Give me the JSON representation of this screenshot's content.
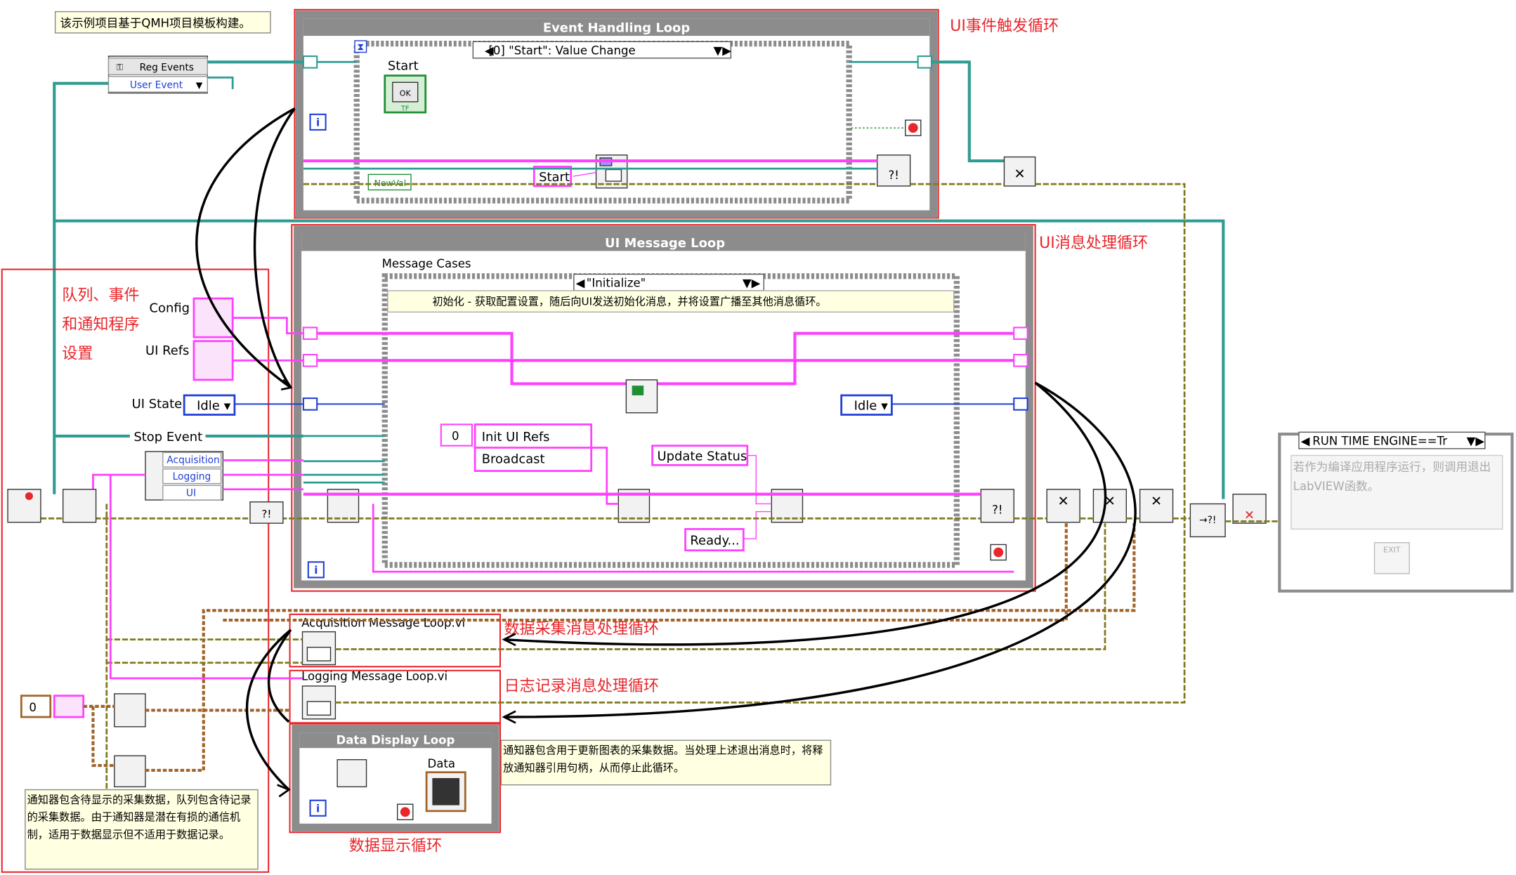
{
  "top_note": "该示例项目基于QMH项目模板构建。",
  "event_loop": {
    "title": "Event Handling Loop",
    "case_selector": "[0] \"Start\": Value Change",
    "start_label": "Start",
    "ok_label": "OK",
    "tf_label": "TF",
    "newval_label": "NewVal",
    "start_string": "Start",
    "annotation": "UI事件触发循环"
  },
  "reg_events": {
    "label": "Reg Events",
    "user_event": "User Event"
  },
  "ui_loop": {
    "title": "UI Message Loop",
    "message_cases": "Message Cases",
    "case_selector": "\"Initialize\"",
    "case_comment": "初始化 - 获取配置设置，随后向UI发送初始化消息，并将设置广播至其他消息循环。",
    "array_index": "0",
    "array_items": [
      "Init UI Refs",
      "Broadcast"
    ],
    "update_status": "Update Status",
    "ready": "Ready...",
    "idle_left": "Idle",
    "idle_right": "Idle",
    "annotation": "UI消息处理循环"
  },
  "setup": {
    "annotation": [
      "队列、事件",
      "和通知程序",
      "设置"
    ],
    "config_label": "Config",
    "ui_refs_label": "UI Refs",
    "ui_state_label": "UI State",
    "stop_event_label": "Stop Event",
    "cluster_items": [
      "Acquisition",
      "Logging",
      "UI"
    ],
    "numeric_zero": "0"
  },
  "subvis": {
    "acquisition": "Acquisition Message Loop.vi",
    "acquisition_annotation": "数据采集消息处理循环",
    "logging": "Logging Message Loop.vi",
    "logging_annotation": "日志记录消息处理循环"
  },
  "data_display": {
    "title": "Data Display Loop",
    "data_label": "Data",
    "annotation": "数据显示循环",
    "notifier_comment": "通知器包含用于更新图表的采集数据。当处理上述退出消息时，将释放通知器引用句柄，从而停止此循环。",
    "bottom_comment": "通知器包含待显示的采集数据，队列包含待记录的采集数据。由于通知器是潜在有损的通信机制，适用于数据显示但不适用于数据记录。"
  },
  "runtime": {
    "selector": "RUN TIME ENGINE==Tr",
    "comment": "若作为编译应用程序运行，则调用退出LabVIEW函数。",
    "exit_label": "EXIT"
  },
  "colors": {
    "loop_frame": "#8c8c8c",
    "highlight_red": "#e8262b",
    "wire_pink": "#ff40ff",
    "wire_teal": "#2f9c93",
    "wire_olive": "#807a1e",
    "wire_blue": "#1f3fd6",
    "wire_refnum": "#a0642a",
    "comment_bg": "#ffffe1"
  },
  "icons": [
    "stop-icon",
    "iteration-icon",
    "hourglass-icon",
    "queue-icon",
    "notifier-icon",
    "event-icon",
    "error-icon",
    "exit-icon",
    "graph-icon"
  ]
}
